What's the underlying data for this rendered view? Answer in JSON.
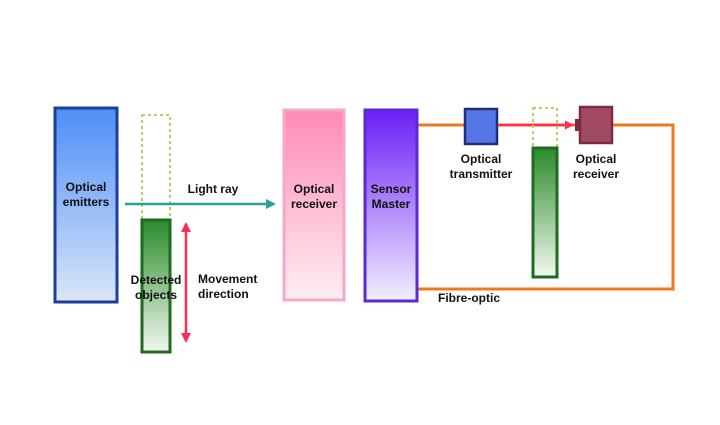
{
  "labels": {
    "optical_emitters": "Optical\nemitters",
    "light_ray": "Light ray",
    "detected_objects": "Detected\nobjects",
    "movement_direction": "Movement\ndirection",
    "optical_receiver_main": "Optical\nreceiver",
    "sensor_master": "Sensor\nMaster",
    "optical_transmitter": "Optical\ntransmitter",
    "optical_receiver_small": "Optical\nreceiver",
    "fibre_optic": "Fibre-optic"
  },
  "colors": {
    "emitter_top": "#4d8ef7",
    "emitter_bottom": "#dbe6f8",
    "emitter_border": "#1c3f9a",
    "object_top": "#2a8b2a",
    "object_bottom": "#f2f8f0",
    "object_border": "#1f6b1f",
    "ghost_outline": "#b9cf6a",
    "light_ray": "#2aa198",
    "movement_arrow": "#ff2d55",
    "receiver_top": "#ff89b5",
    "receiver_bottom": "#fdeef5",
    "receiver_border": "#f5a9c8",
    "sensor_top": "#6a1ff5",
    "sensor_bottom": "#f2efff",
    "sensor_border": "#5b2ad6",
    "fibre": "#f07a1a",
    "transmitter_fill": "#5577e6",
    "transmitter_border": "#1f2f78",
    "small_receiver_fill": "#a24a62",
    "small_receiver_border": "#7d2a40",
    "signal_arrow": "#ff2d55"
  }
}
